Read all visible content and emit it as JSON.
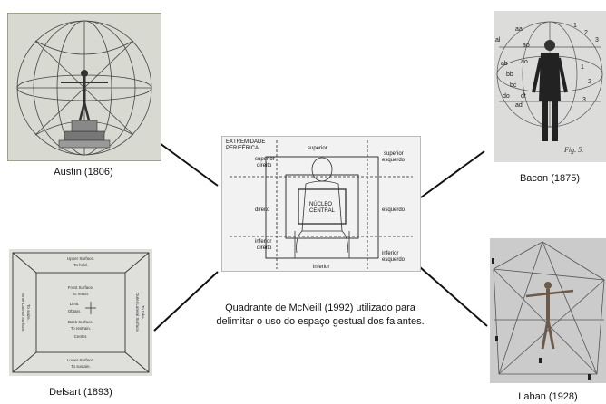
{
  "panels": {
    "austin": {
      "caption": "Austin (1806)"
    },
    "bacon": {
      "caption": "Bacon (1875)",
      "figure_label": "Fig. 5.",
      "marks": [
        "al",
        "ab",
        "aa",
        "bb",
        "1",
        "2",
        "3",
        "ao",
        "ao",
        "bc",
        "do",
        "ad",
        "dt",
        "1",
        "2",
        "3"
      ]
    },
    "delsart": {
      "caption": "Delsart (1893)",
      "face_top": [
        "Upper Surface.",
        "To hold."
      ],
      "face_left": [
        "Inner Lateral Surface.",
        "To seize."
      ],
      "face_right": [
        "Outer Lateral Surface.",
        "To take."
      ],
      "face_front_top": [
        "Front Surface.",
        "To retain."
      ],
      "face_front_mid": [
        "Limit.",
        "Obtain."
      ],
      "face_front_back": [
        "Back Surface.",
        "To restrain."
      ],
      "face_front_bottom": [
        "Center."
      ],
      "face_bottom": [
        "Lower Surface.",
        "To sustain."
      ]
    },
    "mcneill": {
      "caption_line1": "Quadrante de McNeill  (1992) utilizado para",
      "caption_line2": "delimitar o uso do espaço gestual dos falantes.",
      "periphery_label": [
        "EXTREMIDADE",
        "PERIFÉRICA"
      ],
      "labels": {
        "superior": "superior",
        "superior_direito": [
          "superior",
          "direito"
        ],
        "superior_esquerdo": [
          "superior",
          "esquerdo"
        ],
        "direito": "direito",
        "esquerdo": "esquerdo",
        "nucleo": [
          "NÚCLEO",
          "CENTRAL"
        ],
        "inferior_direito": [
          "inferior",
          "direito"
        ],
        "inferior_esquerdo": [
          "inferior",
          "esquerdo"
        ],
        "inferior": "inferior"
      }
    },
    "laban": {
      "caption": "Laban (1928)"
    }
  },
  "colors": {
    "connector": "#111111",
    "photo_bg": "#d9d9d7",
    "laban_bg": "#c9c9c9"
  }
}
